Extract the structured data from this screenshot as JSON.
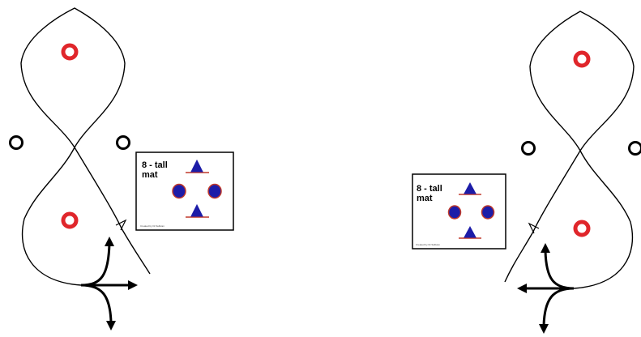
{
  "colors": {
    "path": "#000000",
    "cone_red": "#e0262b",
    "cone_black": "#000000",
    "shape_blue": "#1c1ca8",
    "shape_red_edge": "#c0392b",
    "card_border": "#000000"
  },
  "left_pattern": {
    "card": {
      "line1": "8 - tall",
      "line2": "mat",
      "footer": "Created by Dr.Sullivan"
    }
  },
  "right_pattern": {
    "card": {
      "line1": "8 - tall",
      "line2": "mat",
      "footer": "Created by Dr.Sullivan"
    }
  }
}
